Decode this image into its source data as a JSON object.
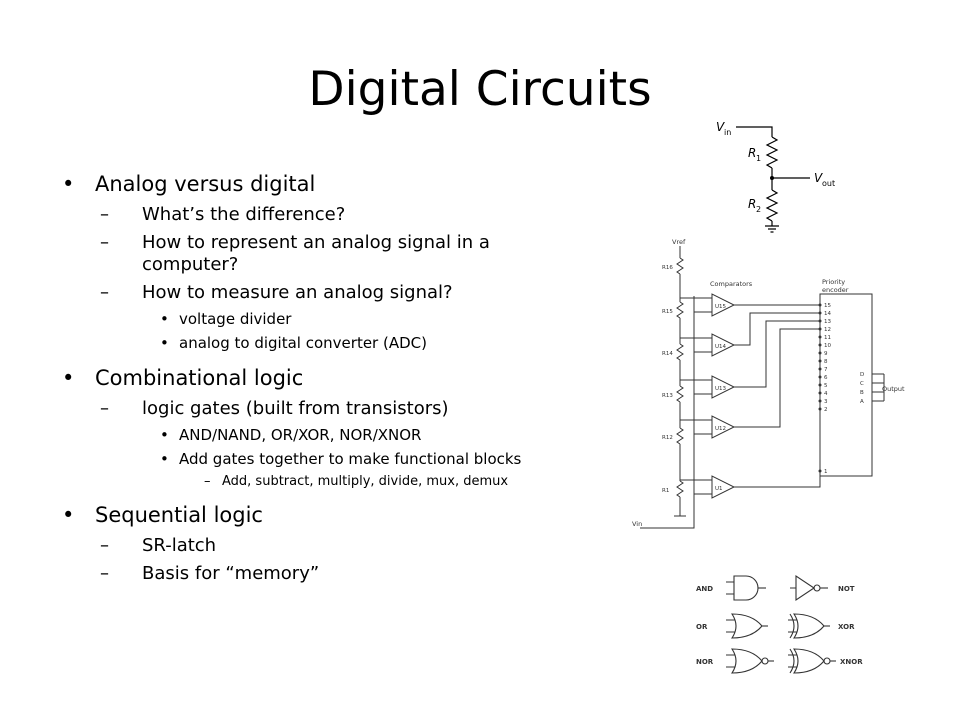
{
  "slide": {
    "title": "Digital Circuits",
    "bullets": [
      {
        "level": 1,
        "text": "Analog versus digital"
      },
      {
        "level": 2,
        "text": "What’s the difference?"
      },
      {
        "level": 2,
        "text": "How to represent an analog signal in a computer?"
      },
      {
        "level": 2,
        "text": "How to measure an analog signal?"
      },
      {
        "level": 3,
        "text": "voltage divider"
      },
      {
        "level": 3,
        "text": "analog to digital converter (ADC)"
      },
      {
        "level": 1,
        "text": "Combinational logic"
      },
      {
        "level": 2,
        "text": "logic gates (built from transistors)"
      },
      {
        "level": 3,
        "text": "AND/NAND, OR/XOR, NOR/XNOR"
      },
      {
        "level": 3,
        "text": "Add gates together to make functional blocks"
      },
      {
        "level": 4,
        "text": "Add, subtract, multiply, divide, mux, demux"
      },
      {
        "level": 1,
        "text": "Sequential logic"
      },
      {
        "level": 2,
        "text": "SR-latch"
      },
      {
        "level": 2,
        "text": "Basis for “memory”"
      }
    ]
  },
  "divider_figure": {
    "vin": "V",
    "vin_sub": "in",
    "vout": "V",
    "vout_sub": "out",
    "r1": "R",
    "r1_sub": "1",
    "r2": "R",
    "r2_sub": "2"
  },
  "adc_figure": {
    "comparators_label": "Comparators",
    "encoder_label_1": "Priority",
    "encoder_label_2": "encoder",
    "vref": "Vref",
    "vin": "Vin",
    "inputs": [
      "15",
      "14",
      "13",
      "12",
      "11",
      "10",
      "9",
      "8",
      "7",
      "6",
      "5",
      "4",
      "3",
      "2",
      "1"
    ],
    "outputs": [
      "D",
      "C",
      "B",
      "A"
    ],
    "output_label": "Output",
    "resistors": [
      "R16",
      "R15",
      "R14",
      "R13",
      "R12",
      "R1"
    ],
    "comparators": [
      "U15",
      "U14",
      "U13",
      "U12",
      "U1"
    ]
  },
  "gates_figure": {
    "and": "AND",
    "not": "NOT",
    "or": "OR",
    "xor": "XOR",
    "nor": "NOR",
    "xnor": "XNOR"
  }
}
